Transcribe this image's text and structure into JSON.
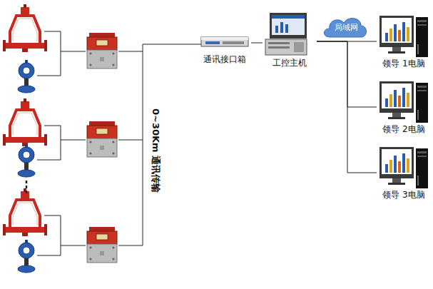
{
  "diagram": {
    "nodes": [
      {
        "text": [
          "通讯接口箱"
        ]
      },
      {
        "text": [
          "工控主机"
        ]
      },
      {
        "text": [
          "局域网"
        ]
      },
      {
        "text": [
          "领导 1电脑"
        ]
      },
      {
        "text": [
          "领导 2电脑"
        ]
      },
      {
        "text": [
          "领导 3电脑"
        ]
      }
    ],
    "edges": [
      {
        "from": 0,
        "to": 1,
        "arrow": "none"
      },
      {
        "from": 1,
        "to": 3,
        "arrow": "none"
      },
      {
        "from": 1,
        "to": 4,
        "arrow": "none"
      },
      {
        "from": 1,
        "to": 5,
        "arrow": "none"
      }
    ],
    "labels": [
      "0~30Km 通讯传输"
    ]
  }
}
